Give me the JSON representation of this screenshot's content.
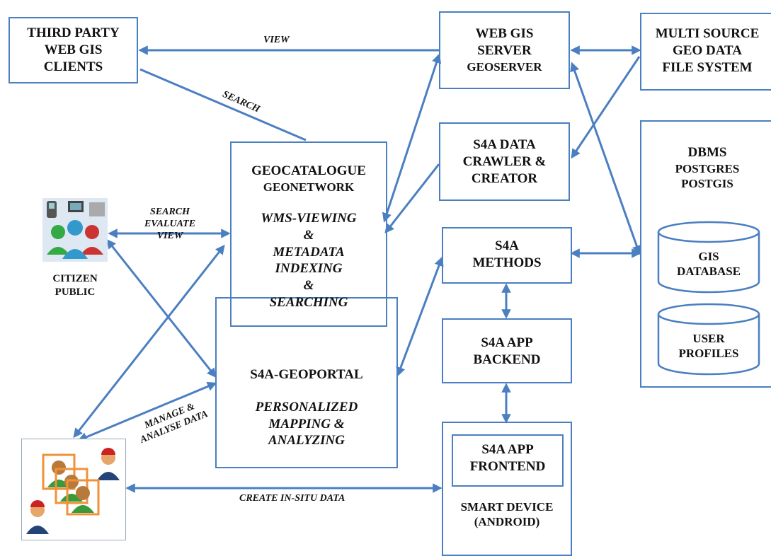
{
  "nodes": {
    "third_party": [
      "THIRD PARTY",
      "WEB GIS",
      "CLIENTS"
    ],
    "web_gis_server": [
      "WEB GIS",
      "SERVER"
    ],
    "web_gis_server_sub": "GEOSERVER",
    "multi_source": [
      "MULTI SOURCE",
      "GEO DATA",
      "FILE SYSTEM"
    ],
    "crawler": [
      "S4A DATA",
      "CRAWLER &",
      "CREATOR"
    ],
    "dbms": [
      "DBMS",
      "POSTGRES",
      "POSTGIS"
    ],
    "gis_database": [
      "GIS",
      "DATABASE"
    ],
    "user_profiles": [
      "USER",
      "PROFILES"
    ],
    "geocatalogue_title": "GEOCATALOGUE",
    "geocatalogue_sub": "GEONETWORK",
    "geocatalogue_body": [
      "WMS-VIEWING",
      "&",
      "METADATA",
      "INDEXING",
      "&",
      "SEARCHING"
    ],
    "geoportal_title": "S4A-GEOPORTAL",
    "geoportal_body": [
      "PERSONALIZED",
      "MAPPING &",
      "ANALYZING"
    ],
    "methods": [
      "S4A",
      "METHODS"
    ],
    "backend": [
      "S4A APP",
      "BACKEND"
    ],
    "frontend": [
      "S4A APP",
      "FRONTEND"
    ],
    "smart_device": [
      "SMART DEVICE",
      "(ANDROID)"
    ],
    "citizen": [
      "CITIZEN",
      "PUBLIC"
    ]
  },
  "edges": {
    "view": "VIEW",
    "search": "SEARCH",
    "search_evaluate_view": [
      "SEARCH",
      "EVALUATE",
      "VIEW"
    ],
    "manage": [
      "MANAGE &",
      "ANALYSE DATA"
    ],
    "create_in_situ": "CREATE IN-SITU DATA"
  },
  "colors": {
    "box_border": "#4a7fc1",
    "arrow": "#4a7fc1"
  },
  "icons": {
    "citizen": "citizen-group-icon",
    "experts": "expert-users-icon"
  }
}
